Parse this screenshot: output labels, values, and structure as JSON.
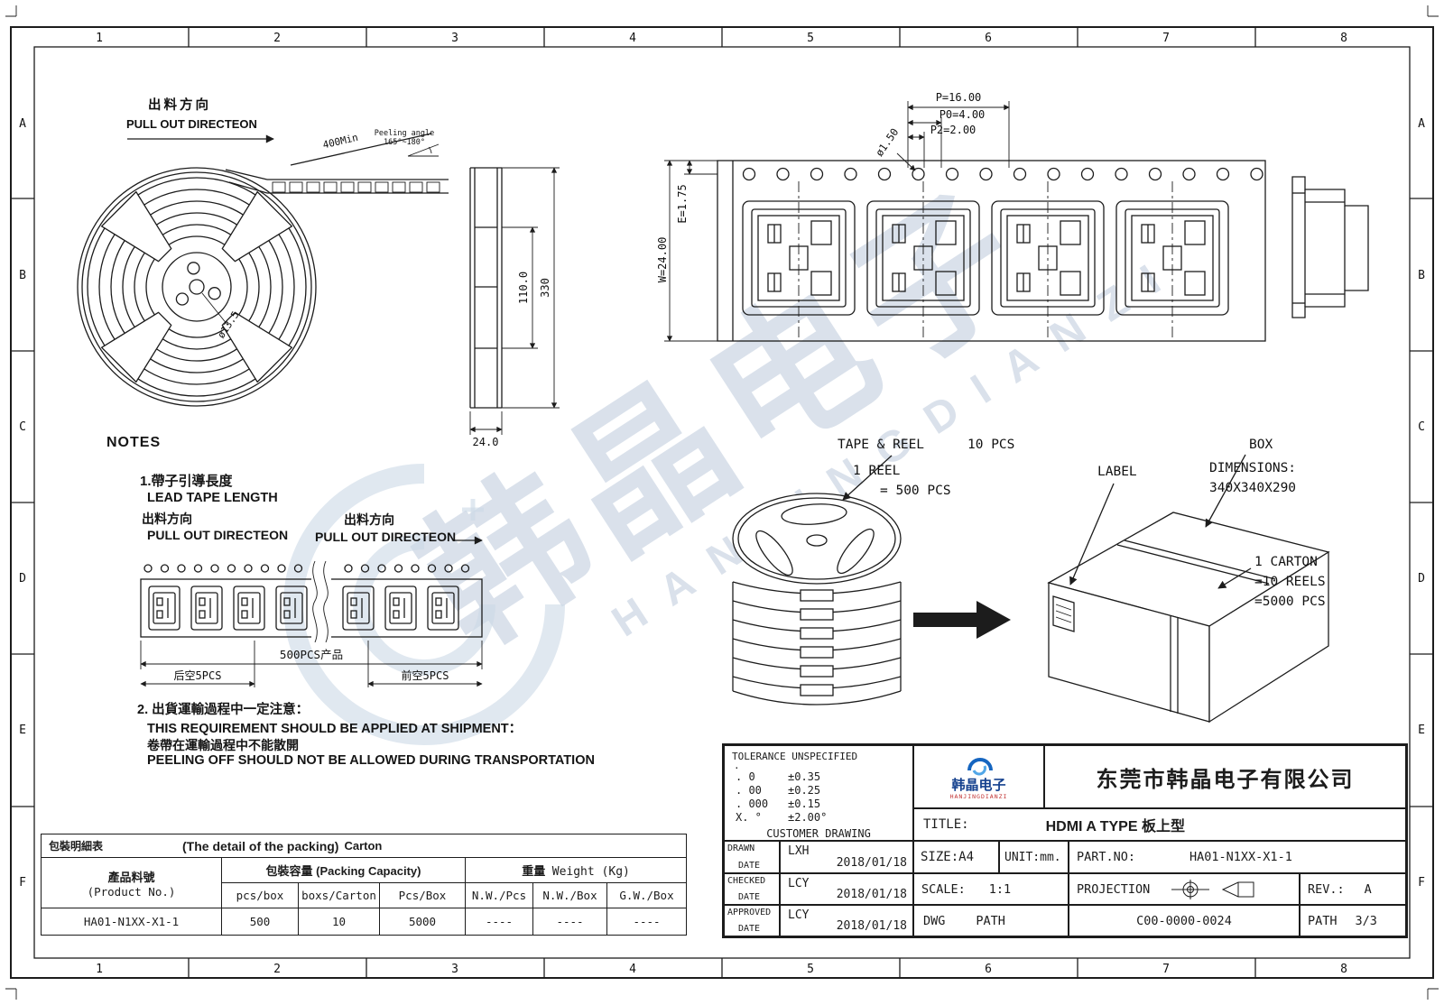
{
  "frame": {
    "cols": [
      "1",
      "2",
      "3",
      "4",
      "5",
      "6",
      "7",
      "8"
    ],
    "rows": [
      "A",
      "B",
      "C",
      "D",
      "E",
      "F"
    ]
  },
  "reel_view": {
    "dir_cn": "出料方向",
    "dir_en": "PULL OUT DIRECTEON",
    "min400": "400Min",
    "peel1": "Peeling angle",
    "peel2": "165°~180°",
    "hub_dia": "ø13.5"
  },
  "side_view": {
    "d110": "110.0",
    "d330": "330",
    "d24": "24.0"
  },
  "tape_view": {
    "p": "P=16.00",
    "p0": "P0=4.00",
    "p2": "P2=2.00",
    "d150": "ø1.50",
    "e": "E=1.75",
    "w": "W=24.00"
  },
  "notes": {
    "title": "NOTES",
    "n1_cn": "1.帶子引導長度",
    "n1_en": "LEAD TAPE LENGTH",
    "dir_cn": "出料方向",
    "dir_en": "PULL OUT DIRECTEON",
    "dir2_cn": "出料方向",
    "dir2_en": "PULL OUT DIRECTEON",
    "strip_total": "500PCS产品",
    "strip_rear": "后空5PCS",
    "strip_front": "前空5PCS",
    "n2_cn": "2. 出貨運輸過程中一定注意：",
    "n2_en": "THIS REQUIREMENT SHOULD BE APPLIED AT SHIPMENT：",
    "n2_cn2": "卷帶在運輸過程中不能散開",
    "n2_en2": "PEELING OFF SHOULD NOT BE ALLOWED DURING TRANSPORTATION"
  },
  "flow": {
    "tape_reel": "TAPE & REEL",
    "pcs10": "10 PCS",
    "reel1": "1 REEL",
    "pcs500": "= 500 PCS",
    "label": "LABEL",
    "box": "BOX",
    "dims": "DIMENSIONS:",
    "dims_v": "340X340X290",
    "carton1": "1 CARTON",
    "carton2": "=10 REELS",
    "carton3": "=5000 PCS"
  },
  "packing_table": {
    "title_cn": "包裝明細表",
    "title_en": "(The detail of the packing)",
    "title_carton": "Carton",
    "h_product_cn": "產品料號",
    "h_product_en": "(Product No.)",
    "h_capacity": "包裝容量 (Packing Capacity)",
    "h_weight_cn": "重量",
    "h_weight_en": "Weight (Kg)",
    "sub": [
      "pcs/box",
      "boxs/Carton",
      "Pcs/Box",
      "N.W./Pcs",
      "N.W./Box",
      "G.W./Box"
    ],
    "row": [
      "HA01-N1XX-X1-1",
      "500",
      "10",
      "5000",
      "----",
      "----",
      "----"
    ]
  },
  "titleblock": {
    "tol_title": "TOLERANCE UNSPECIFIED",
    "tol_dot": ".",
    "tol": [
      {
        "k": ". 0",
        "v": "±0.35"
      },
      {
        "k": ". 00",
        "v": "±0.25"
      },
      {
        "k": ". 000",
        "v": "±0.15"
      },
      {
        "k": "X. °",
        "v": "±2.00°"
      }
    ],
    "customer": "CUSTOMER DRAWING",
    "logo_cn": "韩晶电子",
    "logo_en": "HANJINGDIANZI",
    "company": "东莞市韩晶电子有限公司",
    "title_label": "TITLE:",
    "title_value": "HDMI A TYPE 板上型",
    "drawn": "DRAWN",
    "checked": "CHECKED",
    "approved": "APPROVED",
    "date": "DATE",
    "drawn_by": "LXH",
    "drawn_date": "2018/01/18",
    "checked_by": "LCY",
    "checked_date": "2018/01/18",
    "approved_by": "LCY",
    "approved_date": "2018/01/18",
    "size": "SIZE:A4",
    "unit": "UNIT:mm.",
    "partno_label": "PART.NO:",
    "partno": "HA01-N1XX-X1-1",
    "scale_label": "SCALE:",
    "scale_value": "1:1",
    "projection": "PROJECTION",
    "rev_label": "REV.:",
    "rev_value": "A",
    "dwg": "DWG",
    "path": "PATH",
    "dwg_no": "C00-0000-0024",
    "path2": "PATH",
    "sheet": "3/3"
  },
  "watermark": {
    "cn": "韩晶电子",
    "en": "HANJINGDIANZI"
  },
  "colors": {
    "ink": "#1c1c1c",
    "watermark": "#bccadb",
    "logo_blue": "#15418e"
  }
}
